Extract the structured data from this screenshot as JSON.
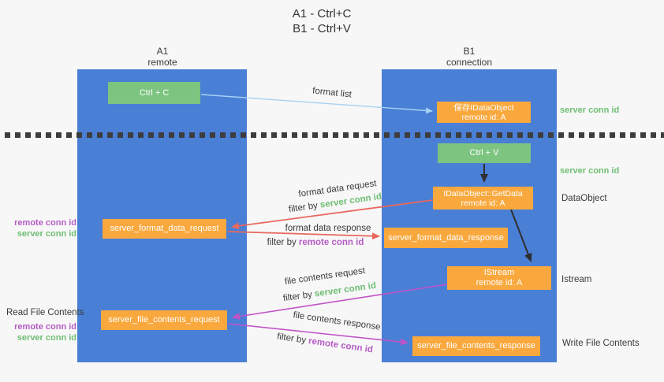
{
  "title": {
    "line1": "A1 - Ctrl+C",
    "line2": "B1 - Ctrl+V"
  },
  "lanes": {
    "left": {
      "id": "A1",
      "role": "remote"
    },
    "right": {
      "id": "B1",
      "role": "connection"
    }
  },
  "nodes": {
    "ctrl_c": {
      "label": "Ctrl + C"
    },
    "save_dataobject": {
      "line1": "保存IDataObject",
      "line2": "remote id: A"
    },
    "ctrl_v": {
      "label": "Ctrl + V"
    },
    "getdata": {
      "line1": "IDataObject::GetData",
      "line2": "remote id: A"
    },
    "format_request": {
      "label": "server_format_data_request"
    },
    "format_response": {
      "label": "server_format_data_response"
    },
    "istream": {
      "line1": "IStream",
      "line2": "remote id: A"
    },
    "file_request": {
      "label": "server_file_contents_request"
    },
    "file_response": {
      "label": "server_file_contents_response"
    }
  },
  "edge_labels": {
    "format_list": "format list",
    "format_data_request": "format data request",
    "format_data_response": "format data response",
    "file_contents_request": "file contents request",
    "file_contents_response": "file contents response",
    "filter_by": "filter by ",
    "server_conn_id": "server conn id",
    "remote_conn_id": "remote conn id"
  },
  "side_labels": {
    "server_conn_id_top": "server conn id",
    "server_conn_id_mid": "server conn id",
    "dataobject": "DataObject",
    "istream": "Istream",
    "write_file_contents": "Write File Contents",
    "read_file_contents": "Read File Contents",
    "remote_conn_id": "remote conn id",
    "server_conn_id": "server conn id"
  },
  "colors": {
    "lane_blue": "#4a7fd6",
    "node_green": "#7cc47f",
    "node_orange": "#f9a83d",
    "arrow_light_blue": "#a6d2f2",
    "arrow_black": "#2f2f2f",
    "arrow_red": "#e8685e",
    "arrow_magenta": "#c053c8",
    "label_green": "#6fbe73",
    "label_purple": "#b65cc5",
    "background": "#f7f7f7"
  }
}
